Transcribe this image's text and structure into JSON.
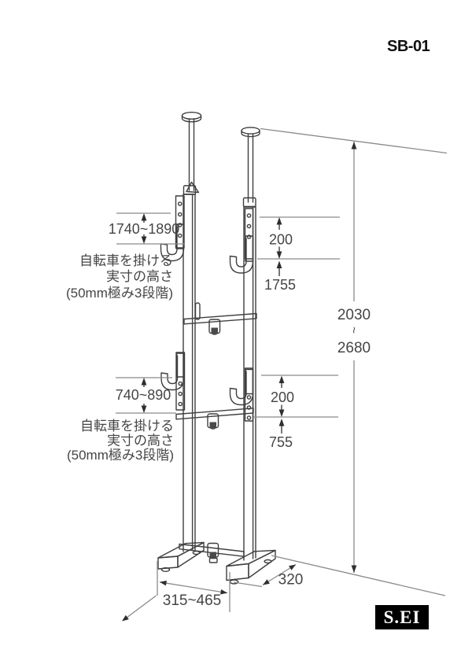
{
  "header": {
    "model": "SB-01"
  },
  "logo": {
    "brand": "S.EI"
  },
  "drawing": {
    "hook_labels": {
      "line1": "自転車を掛ける",
      "line2": "実寸の高さ",
      "line3": "(50mm極み3段階)"
    },
    "dimensions": {
      "upper_hook_range": "1740~1890",
      "lower_hook_range": "740~890",
      "upper_gap": "200",
      "lower_gap": "200",
      "upper_hook_height": "1755",
      "lower_hook_height": "755",
      "overall_height_min": "2030",
      "overall_height_separator": "~",
      "overall_height_max": "2680",
      "base_width_range": "315~465",
      "base_depth": "320"
    },
    "colors": {
      "structure_line": "#3f3f3f",
      "dimension_line": "#8a8a8a",
      "arrow": "#2e2e2e",
      "text": "#454545",
      "logo_bg": "#000000",
      "logo_text": "#ffffff",
      "background": "#ffffff"
    }
  }
}
